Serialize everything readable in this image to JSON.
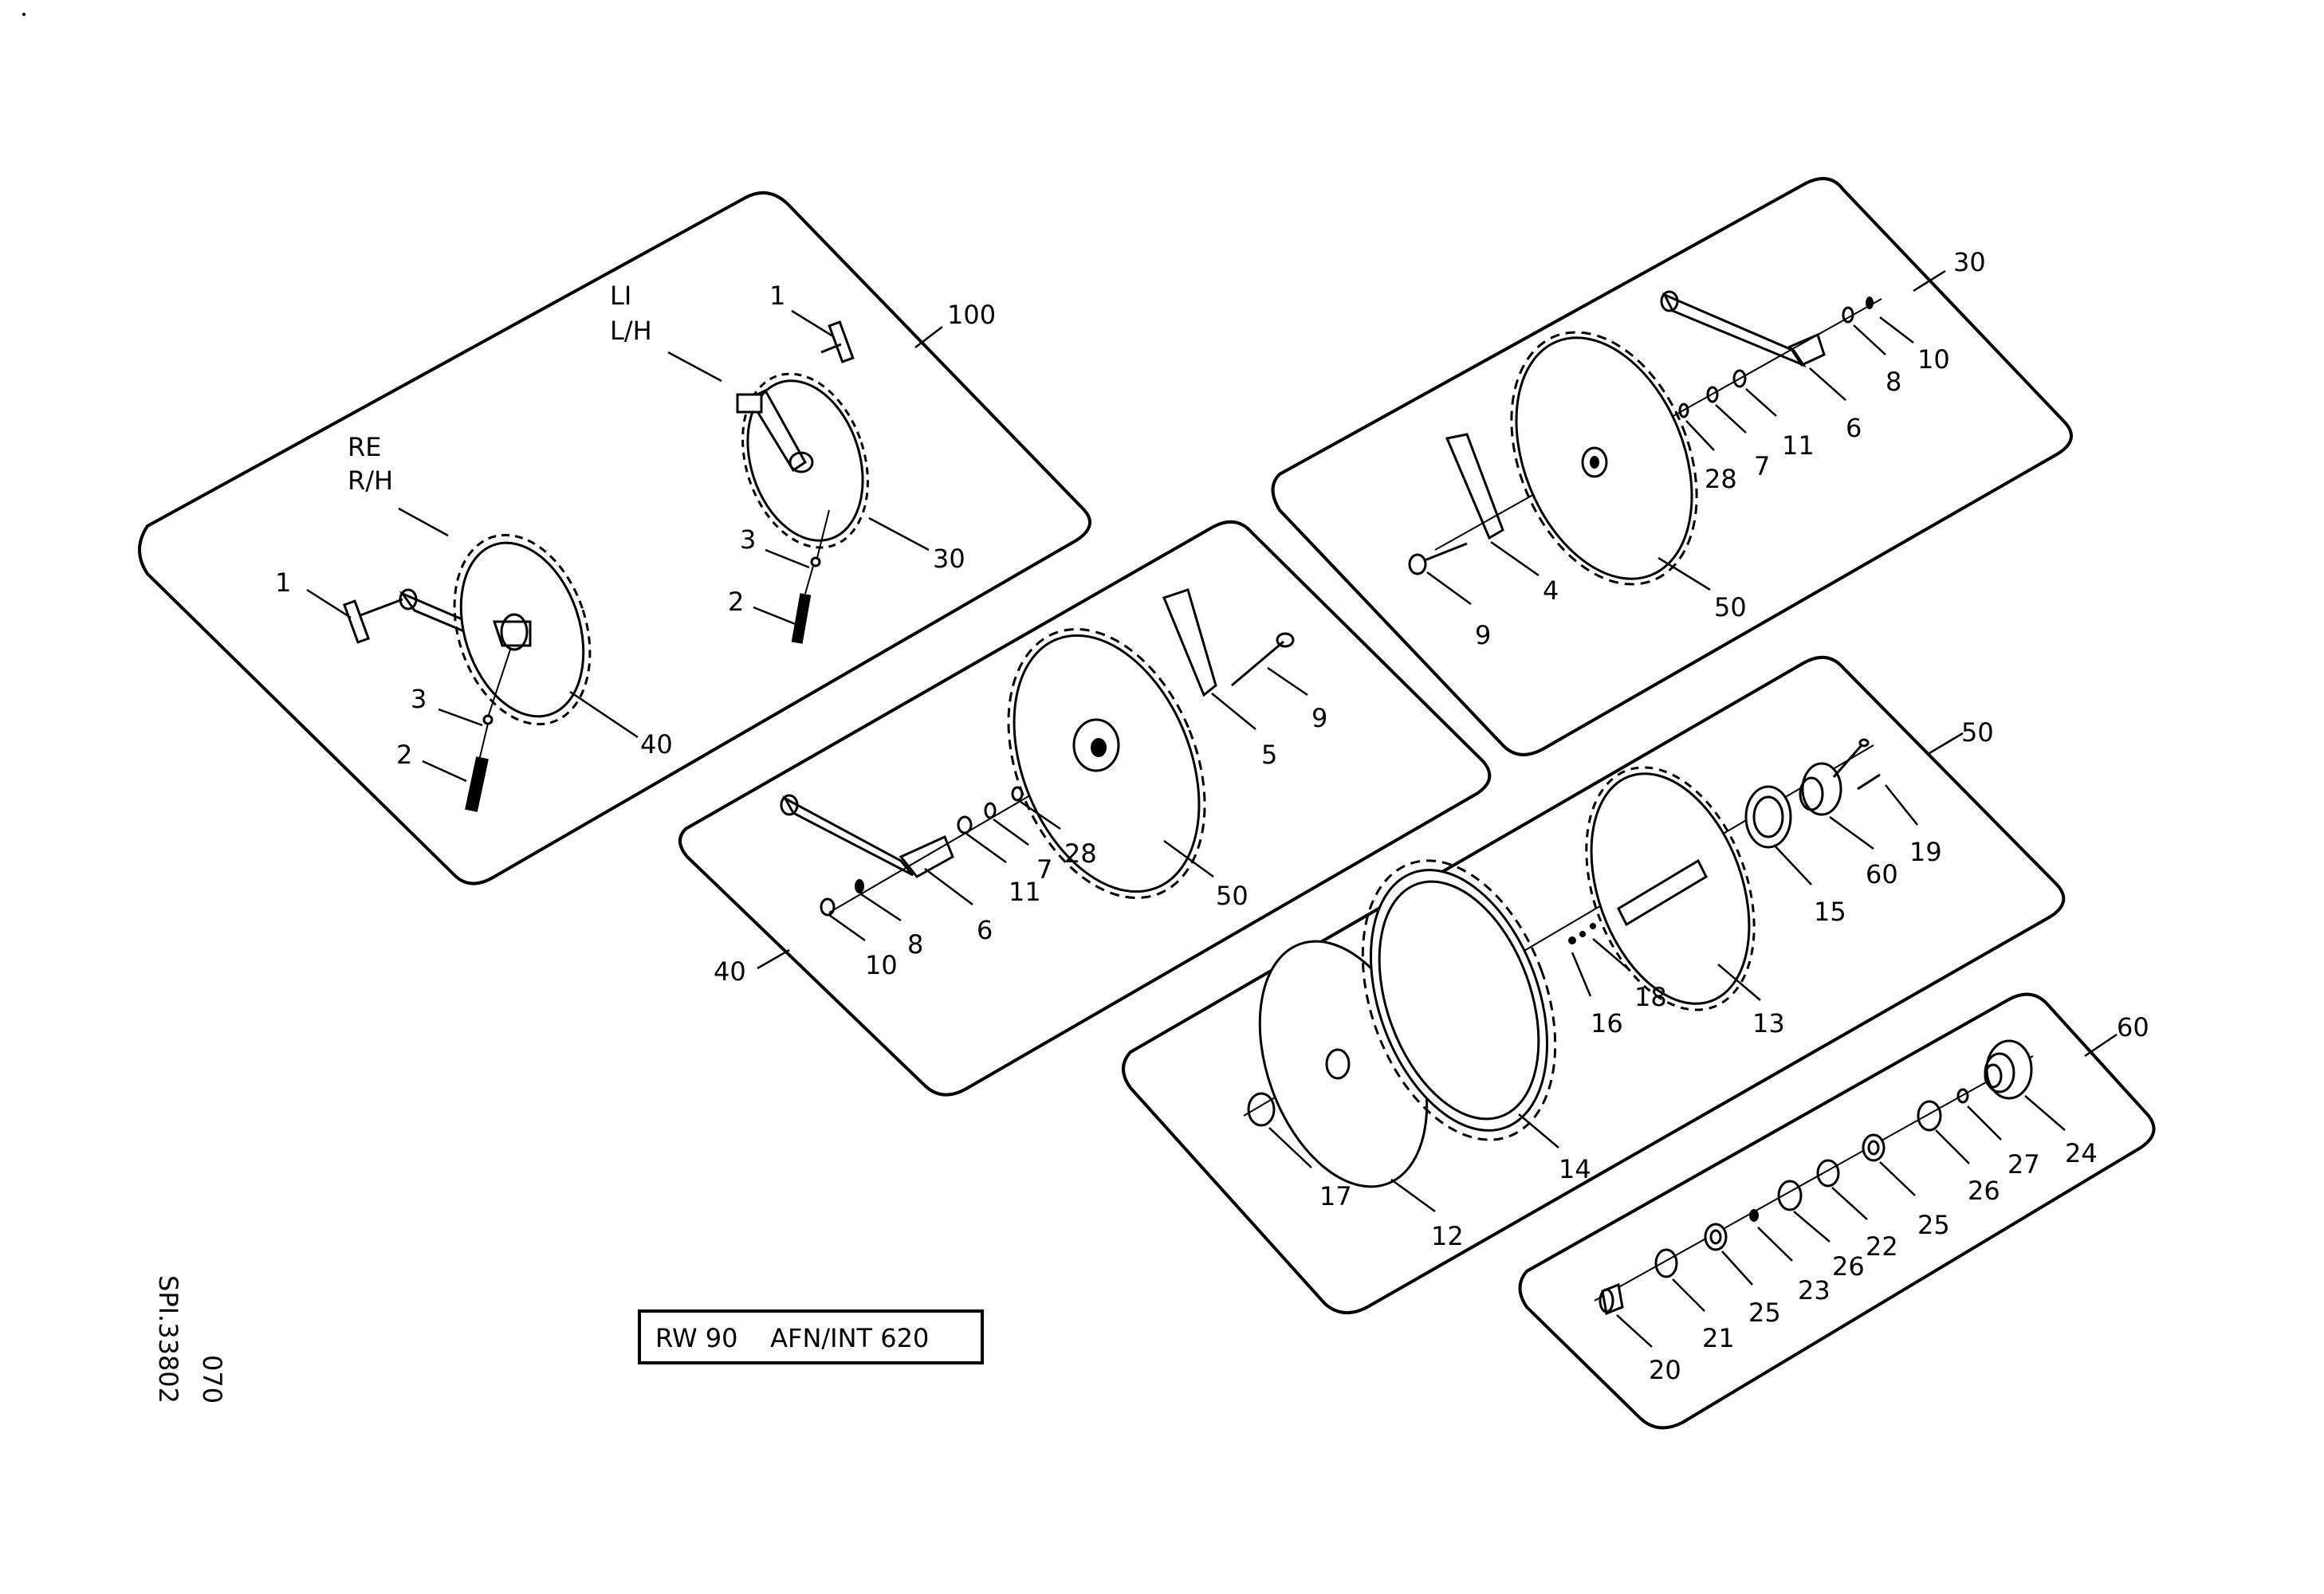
{
  "labels": {
    "p1_title": "100",
    "p1_re": "RE",
    "p1_rh": "R/H",
    "p1_li": "LI",
    "p1_lh": "L/H",
    "p1_1a": "1",
    "p1_1b": "1",
    "p1_2a": "2",
    "p1_2b": "2",
    "p1_3a": "3",
    "p1_3b": "3",
    "p1_30": "30",
    "p1_40": "40",
    "p2_title": "40",
    "p2_5": "5",
    "p2_9": "9",
    "p2_50": "50",
    "p2_28": "28",
    "p2_7": "7",
    "p2_11": "11",
    "p2_6": "6",
    "p2_8": "8",
    "p2_10": "10",
    "p3_title": "30",
    "p3_10": "10",
    "p3_8": "8",
    "p3_6": "6",
    "p3_11": "11",
    "p3_7": "7",
    "p3_28": "28",
    "p3_4": "4",
    "p3_9": "9",
    "p3_50": "50",
    "p4_title": "50",
    "p4_19": "19",
    "p4_60": "60",
    "p4_15": "15",
    "p4_13": "13",
    "p4_18": "18",
    "p4_16": "16",
    "p4_14": "14",
    "p4_12": "12",
    "p4_17": "17",
    "p5_title": "60",
    "p5_24": "24",
    "p5_27": "27",
    "p5_26a": "26",
    "p5_25a": "25",
    "p5_22": "22",
    "p5_26b": "26",
    "p5_23": "23",
    "p5_25b": "25",
    "p5_21": "21",
    "p5_20": "20"
  },
  "title_box": "RW 90    AFN/INT 620",
  "side_code_1": "SPI.33802",
  "side_code_2": "070",
  "colors": {
    "ink": "#000000",
    "paper": "#ffffff"
  }
}
